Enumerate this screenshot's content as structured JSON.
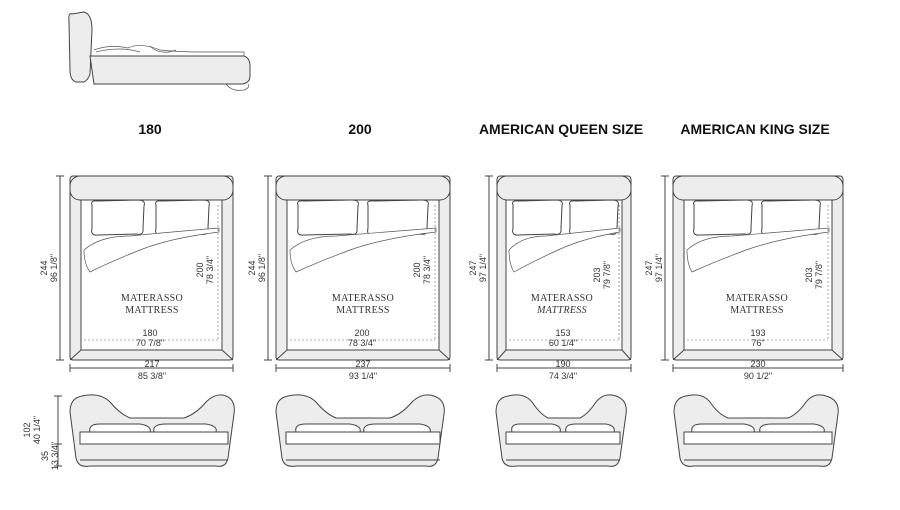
{
  "sizes": [
    {
      "title": "180",
      "mattress_label": "MATERASSO",
      "mattress_label_en": "MATTRESS",
      "overall_width_cm": "217",
      "overall_width_in": "85 3/8\"",
      "mattress_width_cm": "180",
      "mattress_width_in": "70 7/8\"",
      "overall_length_cm": "244",
      "overall_length_in": "96 1/8\"",
      "mattress_length_cm": "200",
      "mattress_length_in": "78 3/4\""
    },
    {
      "title": "200",
      "mattress_label": "MATERASSO",
      "mattress_label_en": "MATTRESS",
      "overall_width_cm": "237",
      "overall_width_in": "93 1/4\"",
      "mattress_width_cm": "200",
      "mattress_width_in": "78 3/4\"",
      "overall_length_cm": "244",
      "overall_length_in": "96 1/8\"",
      "mattress_length_cm": "200",
      "mattress_length_in": "78 3/4\""
    },
    {
      "title": "AMERICAN QUEEN SIZE",
      "mattress_label": "MATERASSO",
      "mattress_label_en": "MATTRESS",
      "overall_width_cm": "190",
      "overall_width_in": "74 3/4\"",
      "mattress_width_cm": "153",
      "mattress_width_in": "60 1/4\"",
      "overall_length_cm": "247",
      "overall_length_in": "97 1/4\"",
      "mattress_length_cm": "203",
      "mattress_length_in": "79 7/8\""
    },
    {
      "title": "AMERICAN KING SIZE",
      "mattress_label": "MATERASSO",
      "mattress_label_en": "MATTRESS",
      "overall_width_cm": "230",
      "overall_width_in": "90 1/2\"",
      "mattress_width_cm": "193",
      "mattress_width_in": "76\"",
      "overall_length_cm": "247",
      "overall_length_in": "97 1/4\"",
      "mattress_length_cm": "203",
      "mattress_length_in": "79 7/8\""
    }
  ],
  "front_height": {
    "total_cm": "102",
    "total_in": "40 1/4\"",
    "frame_cm": "35",
    "frame_in": "13 3/4\""
  }
}
